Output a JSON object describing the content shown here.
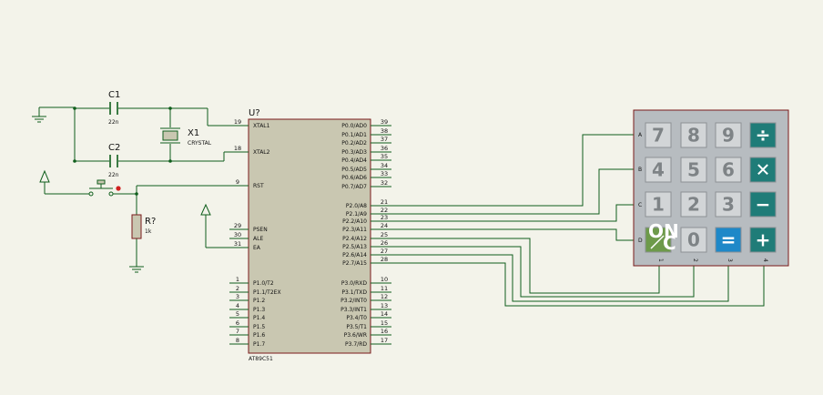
{
  "components": {
    "c1": {
      "ref": "C1",
      "value": "22n"
    },
    "c2": {
      "ref": "C2",
      "value": "22n"
    },
    "x1": {
      "ref": "X1",
      "value": "CRYSTAL"
    },
    "r": {
      "ref": "R?",
      "value": "1k"
    },
    "mcu": {
      "ref": "U?",
      "part": "AT89C51"
    }
  },
  "mcu_pins_left": [
    {
      "num": "19",
      "label": "XTAL1"
    },
    {
      "num": "18",
      "label": "XTAL2"
    },
    {
      "num": "9",
      "label": "RST"
    },
    {
      "num": "29",
      "label": "PSEN"
    },
    {
      "num": "30",
      "label": "ALE"
    },
    {
      "num": "31",
      "label": "EA"
    },
    {
      "num": "1",
      "label": "P1.0/T2"
    },
    {
      "num": "2",
      "label": "P1.1/T2EX"
    },
    {
      "num": "3",
      "label": "P1.2"
    },
    {
      "num": "4",
      "label": "P1.3"
    },
    {
      "num": "5",
      "label": "P1.4"
    },
    {
      "num": "6",
      "label": "P1.5"
    },
    {
      "num": "7",
      "label": "P1.6"
    },
    {
      "num": "8",
      "label": "P1.7"
    }
  ],
  "mcu_pins_right": [
    {
      "num": "39",
      "label": "P0.0/AD0"
    },
    {
      "num": "38",
      "label": "P0.1/AD1"
    },
    {
      "num": "37",
      "label": "P0.2/AD2"
    },
    {
      "num": "36",
      "label": "P0.3/AD3"
    },
    {
      "num": "35",
      "label": "P0.4/AD4"
    },
    {
      "num": "34",
      "label": "P0.5/AD5"
    },
    {
      "num": "33",
      "label": "P0.6/AD6"
    },
    {
      "num": "32",
      "label": "P0.7/AD7"
    },
    {
      "num": "21",
      "label": "P2.0/A8"
    },
    {
      "num": "22",
      "label": "P2.1/A9"
    },
    {
      "num": "23",
      "label": "P2.2/A10"
    },
    {
      "num": "24",
      "label": "P2.3/A11"
    },
    {
      "num": "25",
      "label": "P2.4/A12"
    },
    {
      "num": "26",
      "label": "P2.5/A13"
    },
    {
      "num": "27",
      "label": "P2.6/A14"
    },
    {
      "num": "28",
      "label": "P2.7/A15"
    },
    {
      "num": "10",
      "label": "P3.0/RXD"
    },
    {
      "num": "11",
      "label": "P3.1/TXD"
    },
    {
      "num": "12",
      "label": "P3.2/INT0"
    },
    {
      "num": "13",
      "label": "P3.3/INT1"
    },
    {
      "num": "14",
      "label": "P3.4/T0"
    },
    {
      "num": "15",
      "label": "P3.5/T1"
    },
    {
      "num": "16",
      "label": "P3.6/WR"
    },
    {
      "num": "17",
      "label": "P3.7/RD"
    }
  ],
  "keypad": {
    "row_labels": [
      "A",
      "B",
      "C",
      "D"
    ],
    "col_labels": [
      "1",
      "2",
      "3",
      "4"
    ],
    "keys": [
      {
        "label": "7",
        "style": "num"
      },
      {
        "label": "8",
        "style": "num"
      },
      {
        "label": "9",
        "style": "num"
      },
      {
        "label": "÷",
        "style": "op"
      },
      {
        "label": "4",
        "style": "num"
      },
      {
        "label": "5",
        "style": "num"
      },
      {
        "label": "6",
        "style": "num"
      },
      {
        "label": "✕",
        "style": "op"
      },
      {
        "label": "1",
        "style": "num"
      },
      {
        "label": "2",
        "style": "num"
      },
      {
        "label": "3",
        "style": "num"
      },
      {
        "label": "−",
        "style": "op"
      },
      {
        "label": "ON/C",
        "style": "on"
      },
      {
        "label": "0",
        "style": "num"
      },
      {
        "label": "=",
        "style": "eq"
      },
      {
        "label": "+",
        "style": "op"
      }
    ]
  },
  "colors": {
    "wire": "#0f5e1c",
    "body": "#c9c7b1",
    "outline": "#7a1a1a",
    "keypad_body": "#b7bcc0",
    "key_num": "#d2d5d7",
    "key_op": "#1f7c78",
    "key_on": "#6d9a4a",
    "key_eq": "#1e88c8"
  }
}
